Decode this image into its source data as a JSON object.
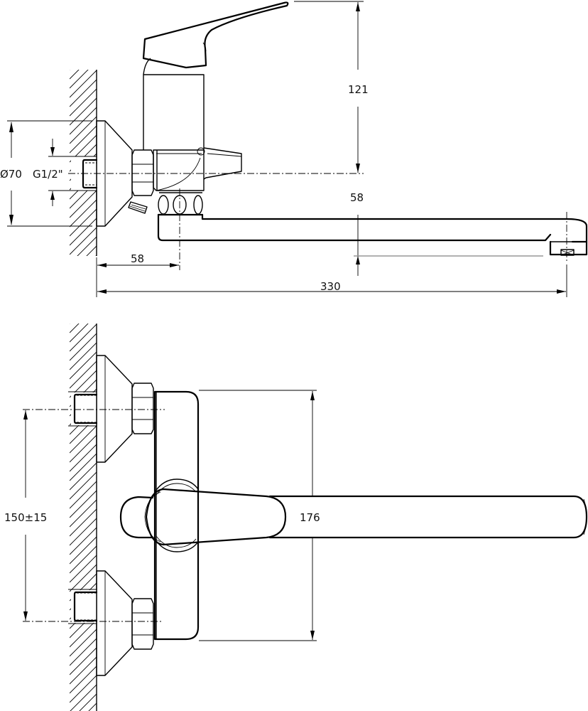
{
  "drawing": {
    "title": "Wall-mounted single-lever bath mixer with long spout — dimension drawing",
    "views": [
      "side-view",
      "top-view"
    ],
    "side_view": {
      "dimensions": {
        "flange_diameter": "Ø70",
        "thread_size": "G1/2\"",
        "handle_height": "121",
        "spout_height": "58",
        "wall_to_spout_axis": "58",
        "overall_reach": "330"
      }
    },
    "top_view": {
      "dimensions": {
        "inlet_spacing": "150±15",
        "body_height": "176"
      }
    },
    "colors": {
      "line": "#000000",
      "background": "#ffffff",
      "secondary_line": "#999999"
    }
  }
}
